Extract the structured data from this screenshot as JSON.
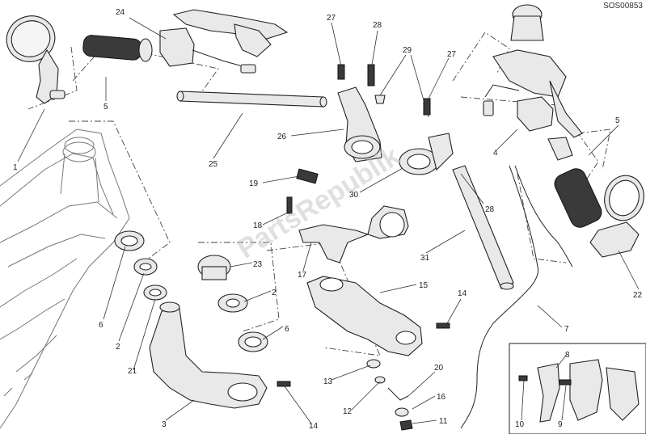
{
  "diagram": {
    "code": "SOS00853",
    "watermark": "PartsRepublik",
    "callouts": [
      {
        "label": "1"
      },
      {
        "label": "2"
      },
      {
        "label": "2"
      },
      {
        "label": "3"
      },
      {
        "label": "4"
      },
      {
        "label": "5"
      },
      {
        "label": "5"
      },
      {
        "label": "6"
      },
      {
        "label": "6"
      },
      {
        "label": "7"
      },
      {
        "label": "8"
      },
      {
        "label": "9"
      },
      {
        "label": "10"
      },
      {
        "label": "11"
      },
      {
        "label": "12"
      },
      {
        "label": "13"
      },
      {
        "label": "14"
      },
      {
        "label": "14"
      },
      {
        "label": "15"
      },
      {
        "label": "16"
      },
      {
        "label": "17"
      },
      {
        "label": "18"
      },
      {
        "label": "19"
      },
      {
        "label": "20"
      },
      {
        "label": "21"
      },
      {
        "label": "22"
      },
      {
        "label": "23"
      },
      {
        "label": "24"
      },
      {
        "label": "25"
      },
      {
        "label": "26"
      },
      {
        "label": "27"
      },
      {
        "label": "27"
      },
      {
        "label": "28"
      },
      {
        "label": "28"
      },
      {
        "label": "29"
      },
      {
        "label": "30"
      },
      {
        "label": "31"
      }
    ]
  }
}
